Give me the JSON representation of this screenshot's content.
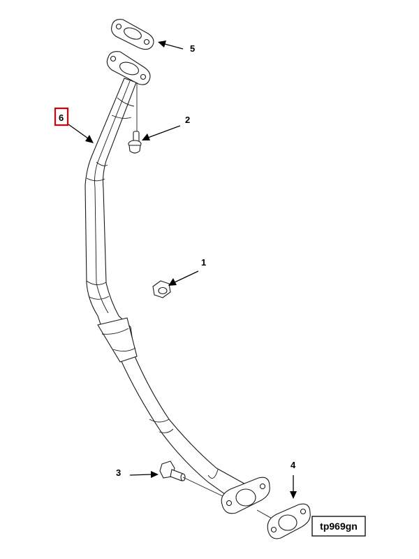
{
  "figure": {
    "id_label": "tp969gn",
    "highlight_color": "#d9000d"
  },
  "callouts": [
    {
      "key": "c1",
      "number": "1"
    },
    {
      "key": "c2",
      "number": "2"
    },
    {
      "key": "c3",
      "number": "3"
    },
    {
      "key": "c4",
      "number": "4"
    },
    {
      "key": "c5",
      "number": "5"
    },
    {
      "key": "c6",
      "number": "6",
      "highlighted": true
    }
  ]
}
